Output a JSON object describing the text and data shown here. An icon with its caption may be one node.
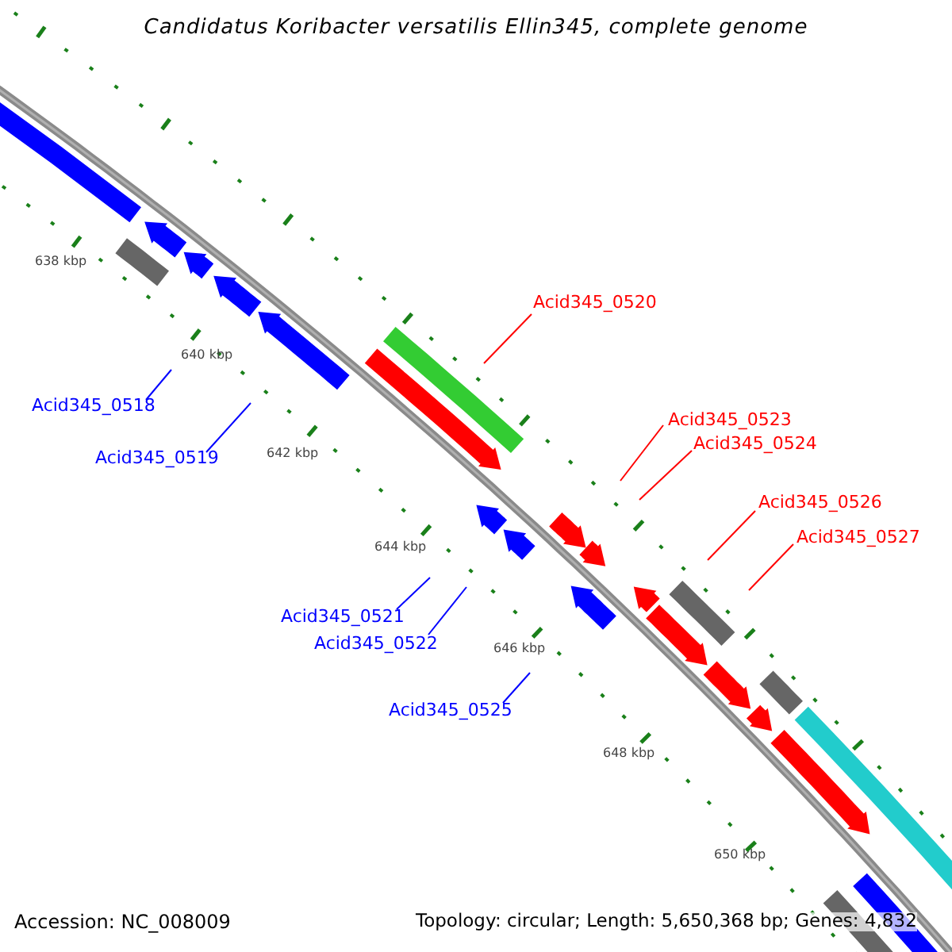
{
  "diagram": {
    "title": "Candidatus Koribacter versatilis Ellin345, complete genome",
    "nodes": [
      {
        "text": [
          "Acid345_0520"
        ]
      },
      {
        "text": [
          "Acid345_0518"
        ]
      },
      {
        "text": [
          "Acid345_0523"
        ]
      },
      {
        "text": [
          "Acid345_0524"
        ]
      },
      {
        "text": [
          "Acid345_0519"
        ]
      },
      {
        "text": [
          "Acid345_0526"
        ]
      },
      {
        "text": [
          "Acid345_0527"
        ]
      },
      {
        "text": [
          "Acid345_0521"
        ]
      },
      {
        "text": [
          "Acid345_0522"
        ]
      },
      {
        "text": [
          "Acid345_0525"
        ]
      }
    ],
    "edges": [
      {
        "from": 0,
        "to": null,
        "arrow": "none",
        "color": "#ff0000"
      },
      {
        "from": 1,
        "to": null,
        "arrow": "none",
        "color": "#0000ff"
      },
      {
        "from": 2,
        "to": null,
        "arrow": "none",
        "color": "#ff0000"
      },
      {
        "from": 3,
        "to": null,
        "arrow": "none",
        "color": "#ff0000"
      },
      {
        "from": 4,
        "to": null,
        "arrow": "none",
        "color": "#0000ff"
      },
      {
        "from": 5,
        "to": null,
        "arrow": "none",
        "color": "#ff0000"
      },
      {
        "from": 6,
        "to": null,
        "arrow": "none",
        "color": "#ff0000"
      },
      {
        "from": 7,
        "to": null,
        "arrow": "none",
        "color": "#0000ff"
      },
      {
        "from": 8,
        "to": null,
        "arrow": "none",
        "color": "#0000ff"
      },
      {
        "from": 9,
        "to": null,
        "arrow": "none",
        "color": "#0000ff"
      }
    ],
    "labels": [
      "638 kbp",
      "640 kbp",
      "642 kbp",
      "644 kbp",
      "646 kbp",
      "648 kbp",
      "650 kbp",
      "Accession: NC_008009",
      "Topology: circular; Length: 5,650,368 bp; Genes: 4,832"
    ]
  }
}
